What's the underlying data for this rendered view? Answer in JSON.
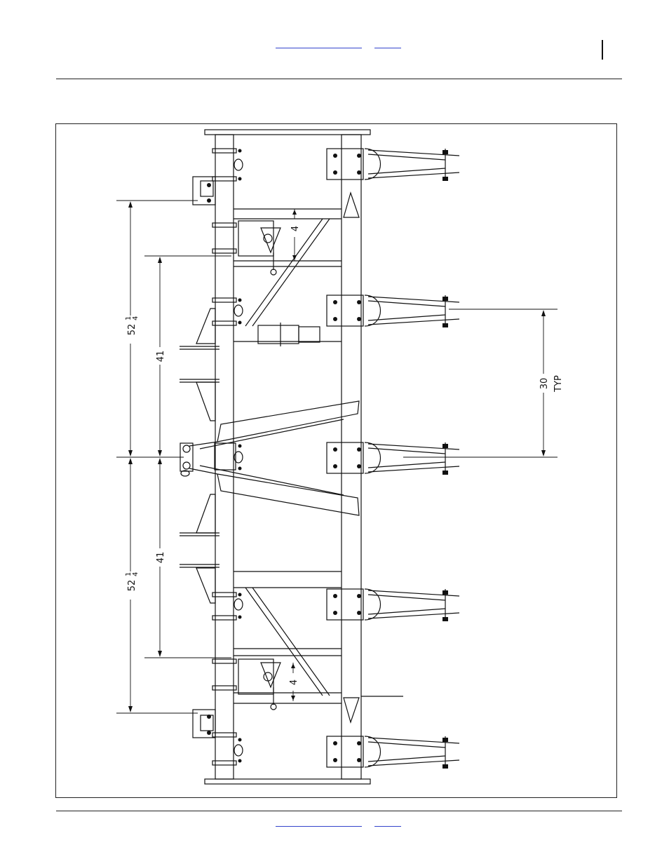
{
  "dimensions": {
    "outer_span": "52",
    "outer_span_numerator": "1",
    "outer_span_denominator": "4",
    "inner_span": "41",
    "row_spacing": "30",
    "row_spacing_note": "TYP",
    "offset": "4"
  },
  "colors": {
    "link": "#3344cc",
    "line": "#111111"
  }
}
